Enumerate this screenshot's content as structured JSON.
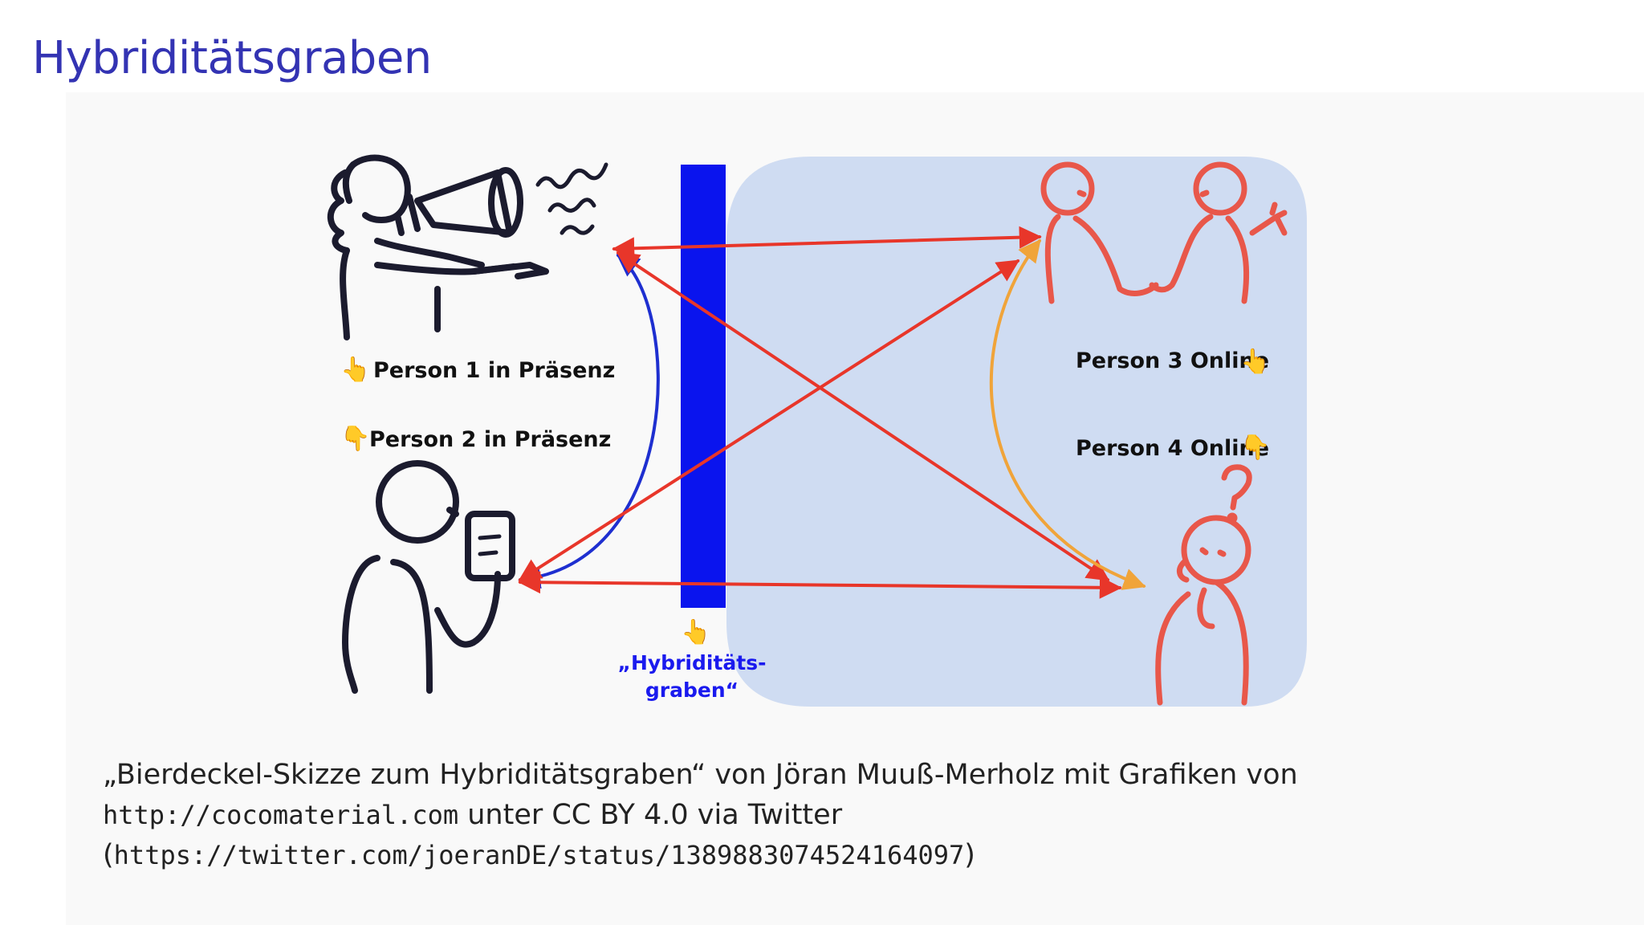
{
  "slide": {
    "title": "Hybriditätsgraben"
  },
  "sketch": {
    "labels": {
      "person1": "Person 1 in Präsenz",
      "person2": "Person 2 in Präsenz",
      "person3": "Person 3 Online",
      "person4": "Person 4 Online",
      "graben_line1": "„Hybriditäts-",
      "graben_line2": "graben“"
    },
    "colors": {
      "title": "#3333b3",
      "wall": "#0a14ee",
      "online_area": "#cfdcf2",
      "arrow_red": "#e8362a",
      "arrow_orange": "#f0a43a",
      "arrow_blue": "#1e2fd0",
      "online_person": "#e8574a",
      "presence_person": "#1b1b2e"
    },
    "icons": {
      "hand_point_left": "👆",
      "hand_point_down": "👇"
    }
  },
  "caption": {
    "line1": "„Bierdeckel-Skizze zum Hybriditätsgraben“ von Jöran Muuß-Merholz mit Grafiken von",
    "url1": "http://cocomaterial.com",
    "line2_rest": " unter CC BY 4.0 via Twitter",
    "paren_open": "(",
    "url2": "https://twitter.com/joeranDE/status/1389883074524164097",
    "paren_close": ")"
  }
}
